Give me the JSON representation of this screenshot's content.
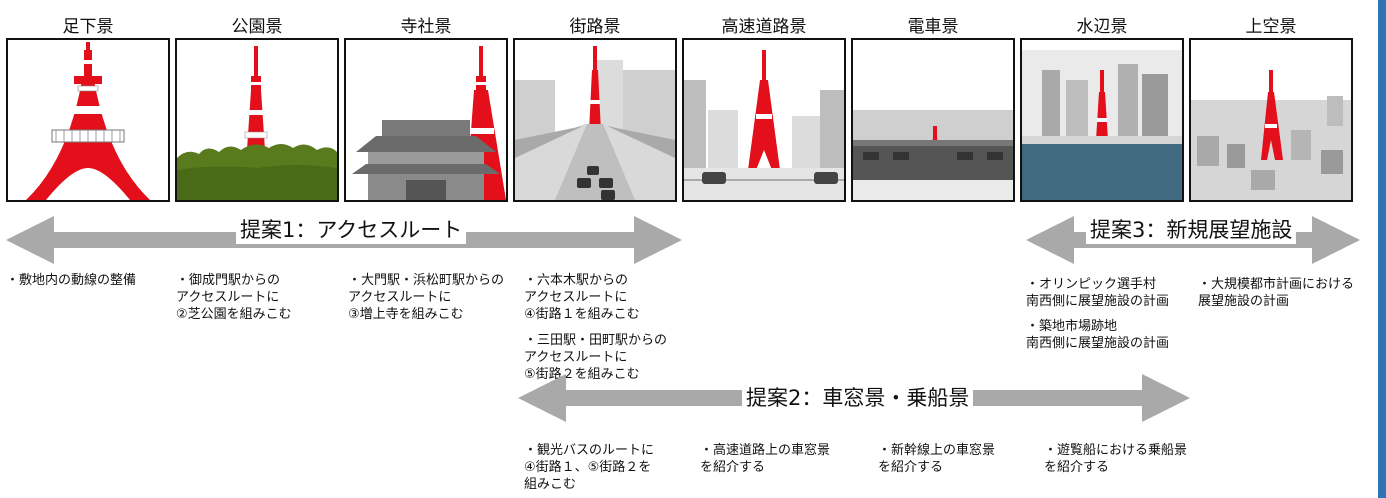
{
  "columns": [
    {
      "label": "足下景"
    },
    {
      "label": "公園景"
    },
    {
      "label": "寺社景"
    },
    {
      "label": "街路景"
    },
    {
      "label": "高速道路景"
    },
    {
      "label": "電車景"
    },
    {
      "label": "水辺景"
    },
    {
      "label": "上空景"
    }
  ],
  "proposals": {
    "p1": {
      "title": "提案1：アクセスルート"
    },
    "p2": {
      "title": "提案2：車窓景・乗船景"
    },
    "p3": {
      "title": "提案3：新規展望施設"
    }
  },
  "notes": {
    "p1_1": "・敷地内の動線の整備",
    "p1_2": "・御成門駅からの\nアクセスルートに\n②芝公園を組みこむ",
    "p1_3": "・大門駅・浜松町駅からの\nアクセスルートに\n③増上寺を組みこむ",
    "p1_4": "・六本木駅からの\nアクセスルートに\n④街路１を組みこむ",
    "p1_5": "・三田駅・田町駅からの\nアクセスルートに\n⑤街路２を組みこむ",
    "p2_1": "・観光バスのルートに\n④街路１、⑤街路２を\n組みこむ",
    "p2_2": "・高速道路上の車窓景\nを紹介する",
    "p2_3": "・新幹線上の車窓景\nを紹介する",
    "p2_4": "・遊覧船における乗船景\nを紹介する",
    "p3_1": "・オリンピック選手村\n南西側に展望施設の計画",
    "p3_2": "・築地市場跡地\n南西側に展望施設の計画",
    "p3_3": "・大規模都市計画における\n展望施設の計画"
  },
  "colors": {
    "tower_red": "#e3101b",
    "arrow_gray": "#a9a9a9",
    "accent_blue": "#2f73b5",
    "park_green": "#5a7a1e",
    "water_blue": "#3f6a80"
  }
}
